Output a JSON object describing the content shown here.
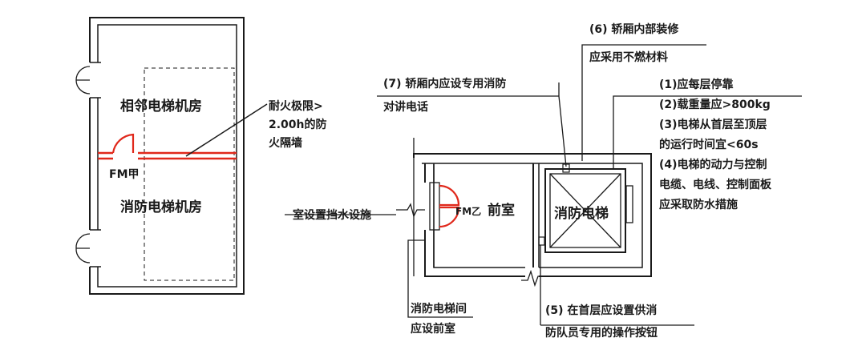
{
  "colors": {
    "line": "#1a1a1a",
    "fire_red": "#e0281b",
    "background": "#ffffff"
  },
  "left_plan": {
    "room_top": "相邻电梯机房",
    "room_bottom": "消防电梯机房",
    "door_label": "FM甲",
    "wall_note": [
      "耐火极限>",
      "2.00h的防",
      "火隔墙"
    ]
  },
  "right_plan": {
    "anteroom": "前室",
    "door_label": "FM乙",
    "elevator": "消防电梯",
    "note_drainage": "室设置挡水设施",
    "note_6": [
      "(6) 轿厢内部装修",
      "应采用不燃材料"
    ],
    "note_7": [
      "(7) 轿厢内应设专用消防",
      "对讲电话"
    ],
    "note_1_4": [
      "(1)应每层停靠",
      "(2)载重量应>800kg",
      "(3)电梯从首层至顶层",
      "的运行时间宜<60s",
      "(4)电梯的动力与控制",
      "电缆、电线、控制面板",
      "应采取防水措施"
    ],
    "note_anteroom": [
      "消防电梯间",
      "应设前室"
    ],
    "note_5": [
      "(5) 在首层应设置供消",
      "防队员专用的操作按钮"
    ]
  }
}
